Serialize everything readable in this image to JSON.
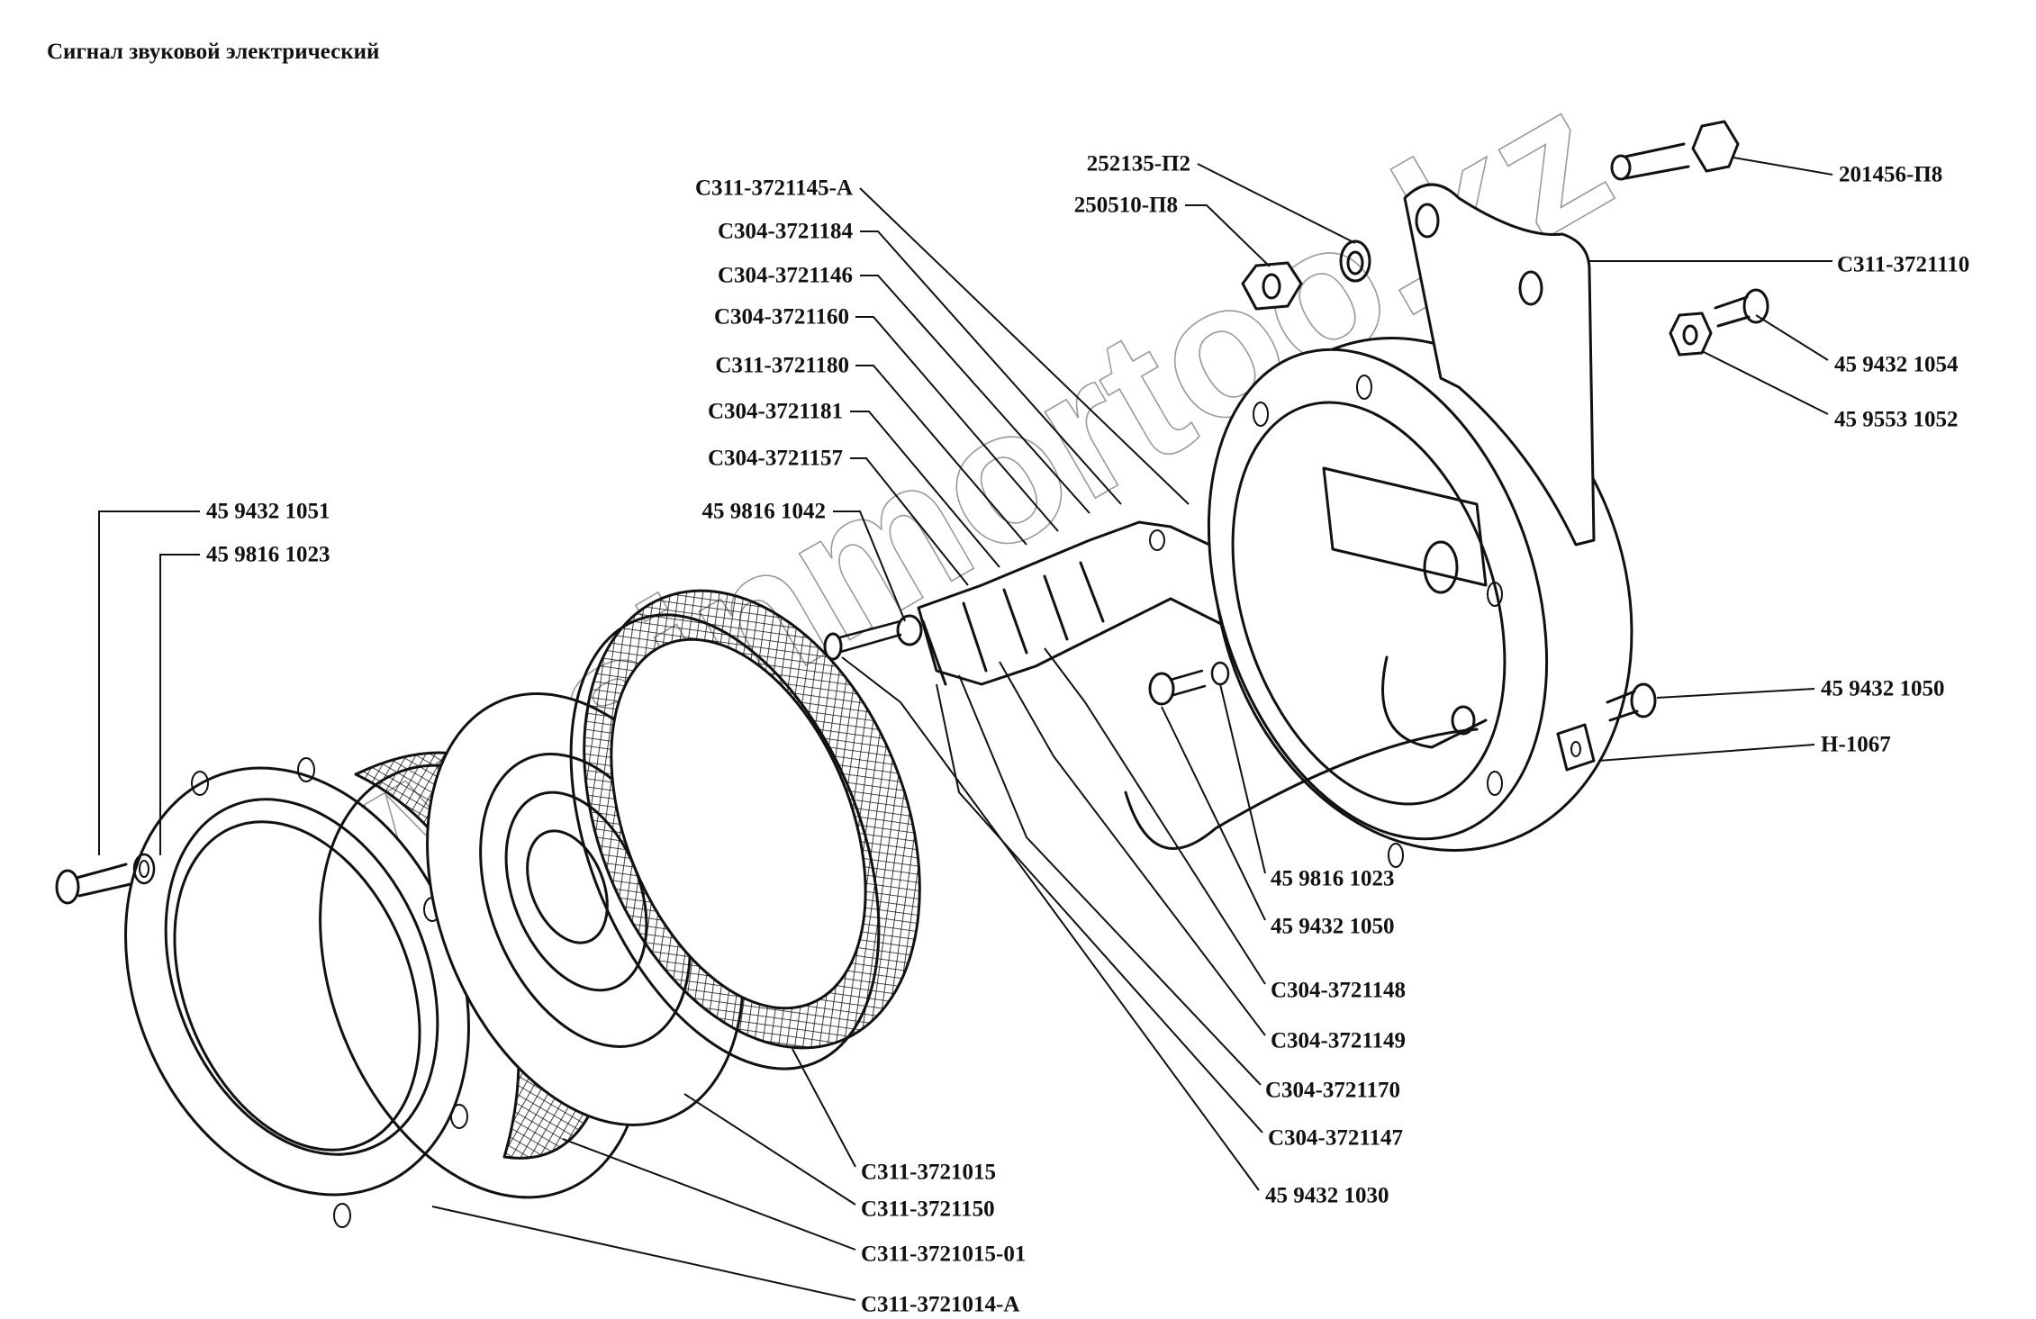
{
  "title": "Сигнал звуковой электрический",
  "watermark": "www.sinmortoo.kz",
  "colors": {
    "ink": "#111111",
    "watermark_stroke": "#9a9a9a",
    "background": "#ffffff"
  },
  "parts": {
    "p252135": "252135-П2",
    "p250510": "250510-П8",
    "p201456": "201456-П8",
    "p3721110": "С311-3721110",
    "p1054": "45 9432 1054",
    "p1052": "45 9553 1052",
    "p3721145": "С311-3721145-А",
    "p3721184": "С304-3721184",
    "p3721146": "С304-3721146",
    "p3721160": "С304-3721160",
    "p3721180": "С311-3721180",
    "p3721181": "С304-3721181",
    "p3721157": "С304-3721157",
    "p1042": "45 9816 1042",
    "p1051": "45 9432 1051",
    "p1023_left": "45 9816 1023",
    "p1050_right": "45 9432 1050",
    "pH1067": "Н-1067",
    "p1023_mid": "45 9816 1023",
    "p1050_mid": "45 9432 1050",
    "p3721148": "С304-3721148",
    "p3721149": "С304-3721149",
    "p3721170": "С304-3721170",
    "p3721147": "С304-3721147",
    "p1030": "45 9432 1030",
    "p3721015": "С311-3721015",
    "p3721150": "С311-3721150",
    "p3721015_01": "С311-3721015-01",
    "p3721014": "С311-3721014-А"
  }
}
